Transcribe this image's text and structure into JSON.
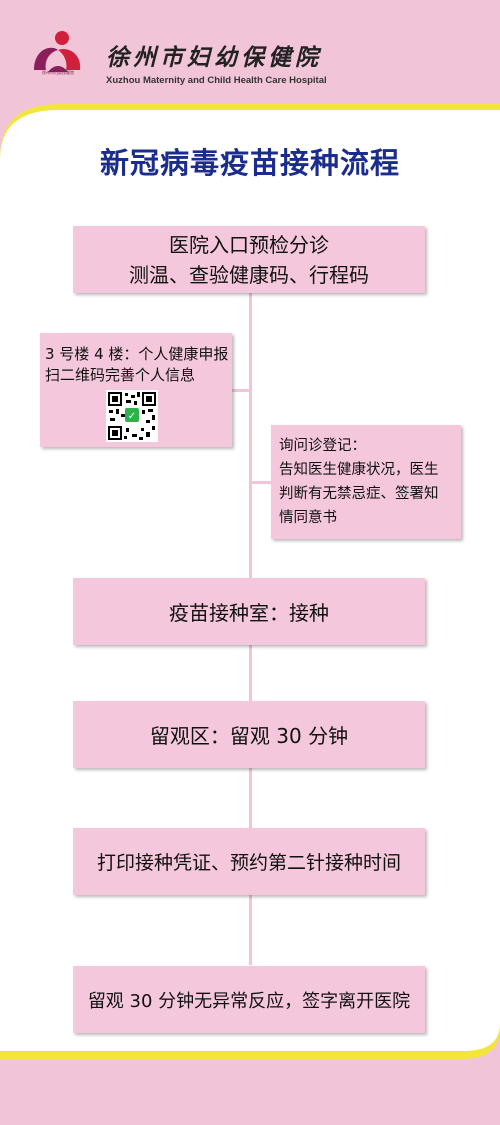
{
  "colors": {
    "background_pink": "#f2c4d8",
    "box_pink": "#f4c7dc",
    "title_blue": "#1b2d8c",
    "accent_yellow": "#f3e53a",
    "logo_red": "#d21f3c",
    "logo_magenta": "#8a1f5c"
  },
  "header": {
    "logo_caption": "徐州市妇幼保健院",
    "hospital_name_cn": "徐州市妇幼保健院",
    "hospital_name_en": "Xuzhou Maternity and Child Health Care Hospital"
  },
  "title": "新冠病毒疫苗接种流程",
  "steps": {
    "triage": {
      "line1": "医院入口预检分诊",
      "line2": "测温、查验健康码、行程码"
    },
    "register_info": {
      "line1": "3 号楼 4 楼：个人健康申报",
      "line2": "扫二维码完善个人信息",
      "qr_icon": "qr-code-icon"
    },
    "consult": {
      "line1": "询问诊登记：",
      "line2": "告知医生健康状况，医生",
      "line3": "判断有无禁忌症、签署知",
      "line4": "情同意书"
    },
    "vaccination": "疫苗接种室：接种",
    "observation": "留观区：留观 30 分钟",
    "print_certificate": "打印接种凭证、预约第二针接种时间",
    "leave": "留观 30 分钟无异常反应，签字离开医院"
  }
}
